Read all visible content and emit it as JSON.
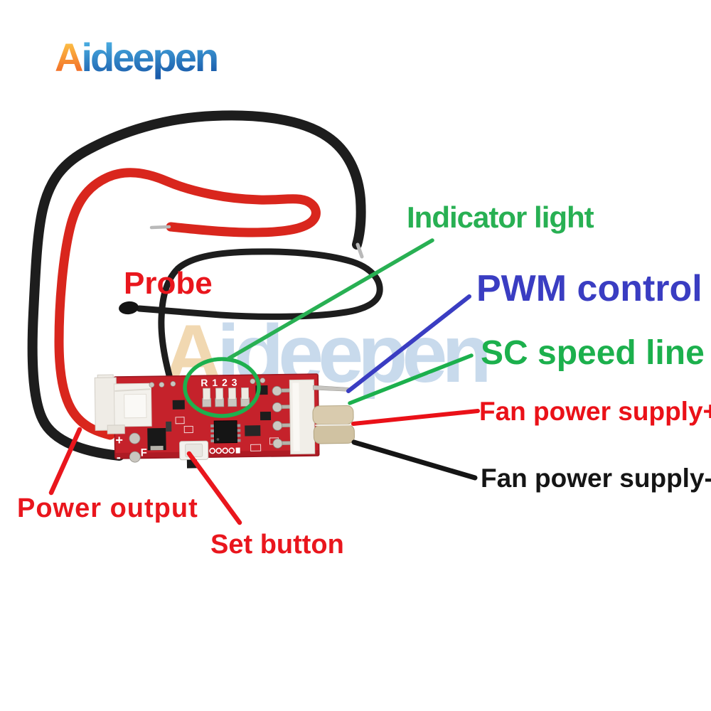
{
  "brand": {
    "logo_a": "A",
    "logo_rest": "ideepen",
    "a_gradient_top": "#ffd84e",
    "a_gradient_bottom": "#ef531e",
    "blue_gradient_top": "#56c1ee",
    "blue_gradient_bottom": "#1a5cab"
  },
  "watermark": {
    "logo_a": "A",
    "logo_rest": "ideepen",
    "a_color": "#eed0a0",
    "text_color": "#bcd2e8"
  },
  "annotations": {
    "probe": {
      "label": "Probe",
      "color": "#e9161d"
    },
    "indicator_light": {
      "label": "Indicator light",
      "color": "#28b053"
    },
    "pwm_control": {
      "label": "PWM control",
      "color": "#3a3dc2"
    },
    "sc_speed_line": {
      "label": "SC speed line",
      "color": "#1cb04d"
    },
    "fan_power_plus": {
      "label": "Fan power supply+",
      "color": "#ea1118"
    },
    "fan_power_minus": {
      "label": "Fan power supply-",
      "color": "#151515"
    },
    "power_output": {
      "label": "Power output",
      "color": "#e9161d"
    },
    "set_button": {
      "label": "Set button",
      "color": "#e9161d"
    }
  },
  "pcb": {
    "board_color": "#c5222b",
    "board_edge_color": "#9a161f",
    "led_silkscreen": "R 1 2 3",
    "plus_marking": "+",
    "minus_marking": "-",
    "f_marking": "F",
    "indicator_circle_color": "#1db04e"
  },
  "wires": {
    "black": "#1d1d1d",
    "red": "#d9261d",
    "bare_tip": "#b9b9b9"
  }
}
